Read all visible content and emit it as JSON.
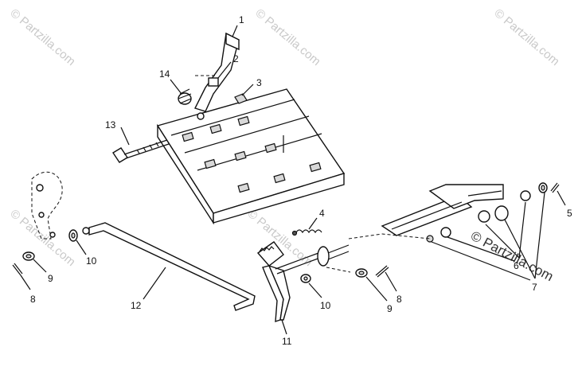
{
  "watermark": {
    "text": "© Partzilla.com",
    "text_large": "© Partzilla.com"
  },
  "callouts": [
    "1",
    "2",
    "3",
    "4",
    "5",
    "6",
    "7",
    "8",
    "9",
    "10",
    "11",
    "12",
    "13",
    "14"
  ],
  "callout_labels": {
    "c1": "1",
    "c2": "2",
    "c3": "3",
    "c14": "14",
    "c13": "13",
    "c4": "4",
    "c5": "5",
    "c6": "6",
    "c7": "7",
    "c10a": "10",
    "c9a": "9",
    "c8a": "8",
    "c12": "12",
    "c10b": "10",
    "c11": "11",
    "c9b": "9",
    "c8b": "8"
  }
}
